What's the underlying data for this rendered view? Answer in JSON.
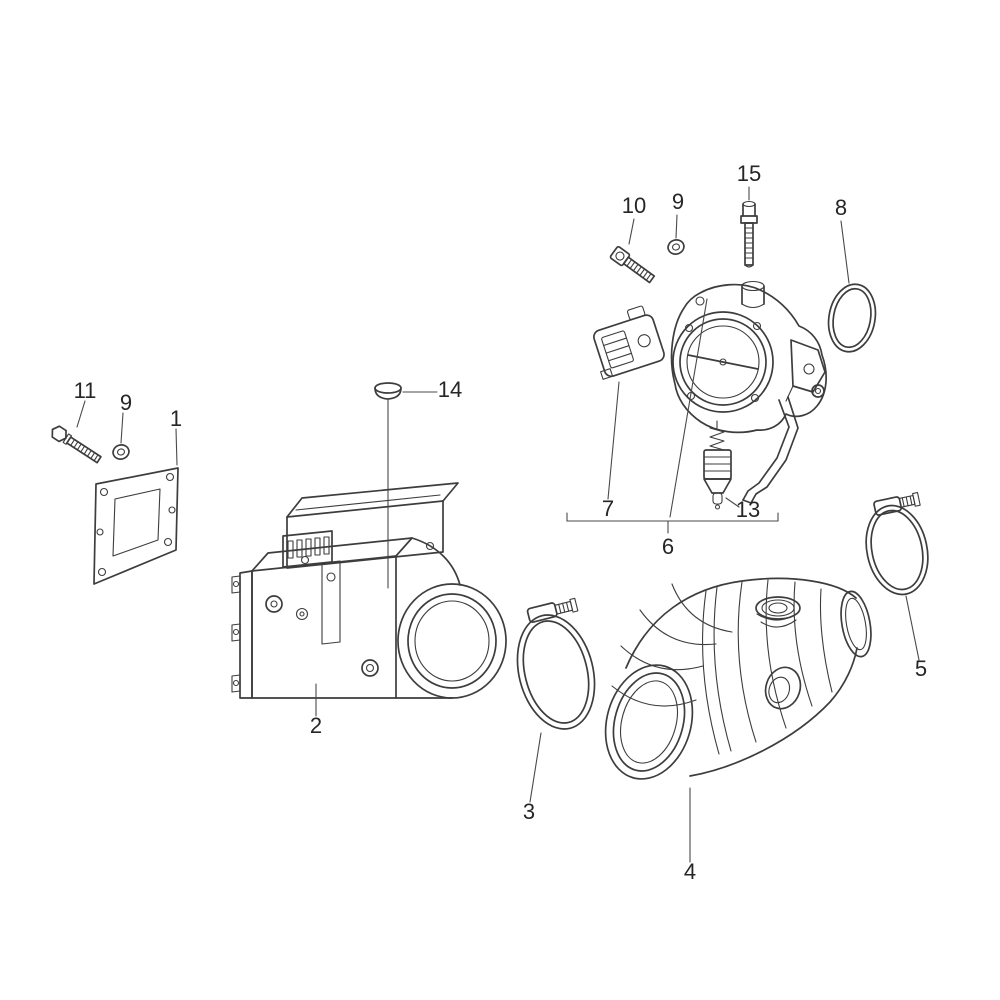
{
  "diagram": {
    "figure_type": "exploded-parts-diagram",
    "background_color": "#ffffff",
    "line_color": "#3d3d3d",
    "label_color": "#262626",
    "labels": [
      {
        "text": "11"
      },
      {
        "text": "9"
      },
      {
        "text": "1"
      },
      {
        "text": "14"
      },
      {
        "text": "2"
      },
      {
        "text": "3"
      },
      {
        "text": "4"
      },
      {
        "text": "5"
      },
      {
        "text": "8"
      },
      {
        "text": "15"
      },
      {
        "text": "10"
      },
      {
        "text": "9"
      },
      {
        "text": "7"
      },
      {
        "text": "13"
      },
      {
        "text": "6"
      }
    ]
  }
}
